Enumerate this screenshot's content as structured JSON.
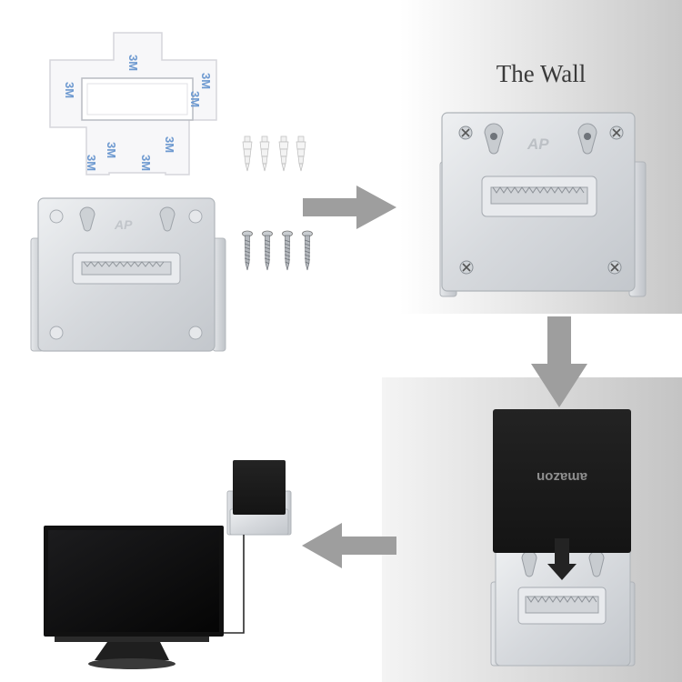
{
  "wall_panel": {
    "caption": "The Wall"
  },
  "tape": {
    "brand_mark": "3M"
  },
  "bracket": {
    "logo_text": "AP"
  },
  "streaming_box": {
    "brand_text": "amazon"
  },
  "colors": {
    "wall_gradient_light": "#ffffff",
    "wall_gradient_dark": "#cfcfcf",
    "arrow_gray": "#9b9b9b",
    "bracket_silver": "#dcdfe3",
    "box_black": "#1c1c1c",
    "tape_blue": "#5f8fc8"
  },
  "steps": [
    {
      "name": "kit-contents"
    },
    {
      "name": "mount-on-wall"
    },
    {
      "name": "insert-device"
    },
    {
      "name": "connect-to-tv"
    }
  ]
}
